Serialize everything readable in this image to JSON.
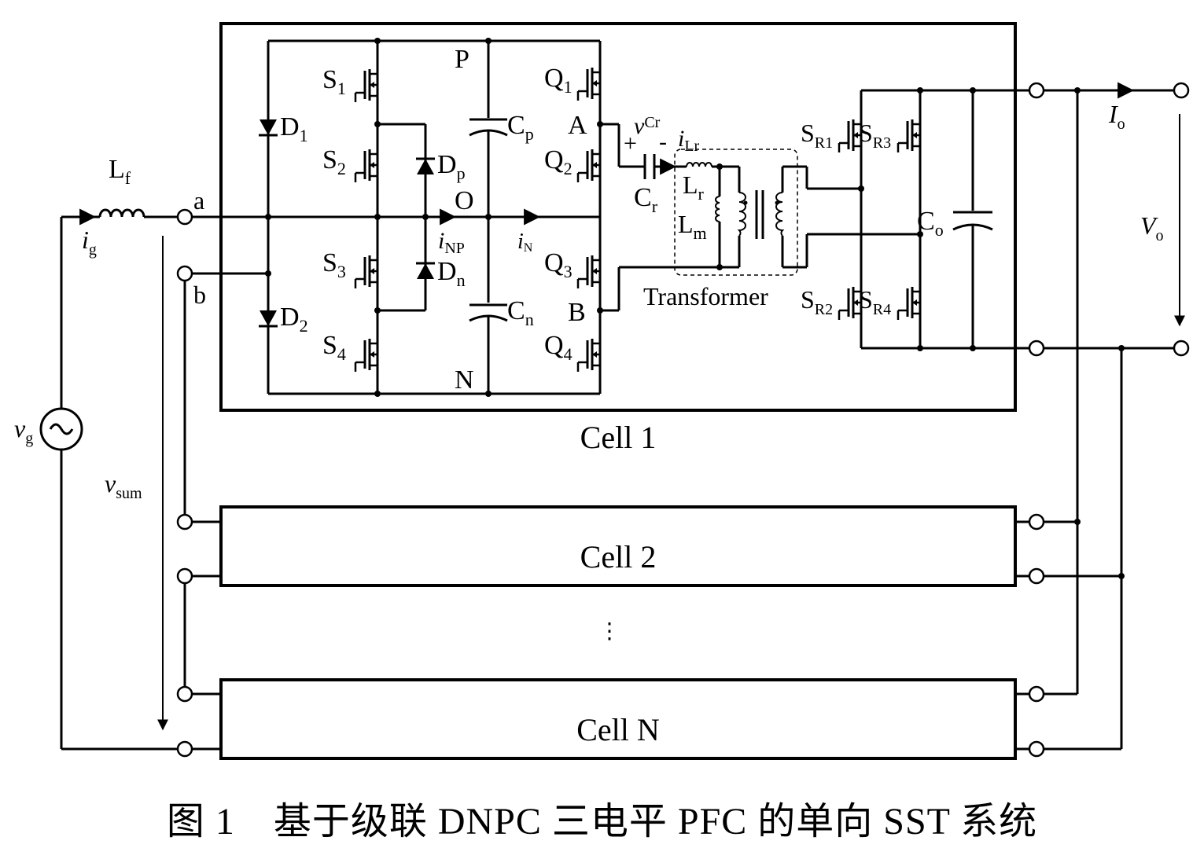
{
  "labels": {
    "P": "P",
    "N": "N",
    "O": "O",
    "A": "A",
    "B": "B",
    "a": "a",
    "b": "b",
    "S1": [
      "S",
      "1"
    ],
    "S2": [
      "S",
      "2"
    ],
    "S3": [
      "S",
      "3"
    ],
    "S4": [
      "S",
      "4"
    ],
    "Q1": [
      "Q",
      "1"
    ],
    "Q2": [
      "Q",
      "2"
    ],
    "Q3": [
      "Q",
      "3"
    ],
    "Q4": [
      "Q",
      "4"
    ],
    "D1": [
      "D",
      "1"
    ],
    "D2": [
      "D",
      "2"
    ],
    "Dp": [
      "D",
      "p"
    ],
    "Dn": [
      "D",
      "n"
    ],
    "Cp": [
      "C",
      "p"
    ],
    "Cn": [
      "C",
      "n"
    ],
    "Cr": [
      "C",
      "r"
    ],
    "Co": [
      "C",
      "o"
    ],
    "Lf": [
      "L",
      "f"
    ],
    "Lr": [
      "L",
      "r"
    ],
    "Lm": [
      "L",
      "m"
    ],
    "SR1": [
      "S",
      "R1"
    ],
    "SR2": [
      "S",
      "R2"
    ],
    "SR3": [
      "S",
      "R3"
    ],
    "SR4": [
      "S",
      "R4"
    ],
    "ig": [
      "i",
      "g"
    ],
    "iNP": [
      "i",
      "NP"
    ],
    "iN": [
      "i",
      "N"
    ],
    "iLr": [
      "i",
      "Lr"
    ],
    "vCr": [
      "v",
      "Cr"
    ],
    "vg": [
      "v",
      "g"
    ],
    "vsum": [
      "v",
      "sum"
    ],
    "Io": [
      "I",
      "o"
    ],
    "Vo": [
      "V",
      "o"
    ],
    "plus": "+",
    "minus": "-",
    "transformer": "Transformer",
    "ellipsis": "⋮"
  },
  "cells": [
    "Cell 1",
    "Cell 2",
    "Cell N"
  ],
  "caption": "图 1　基于级联 DNPC 三电平 PFC 的单向 SST 系统"
}
